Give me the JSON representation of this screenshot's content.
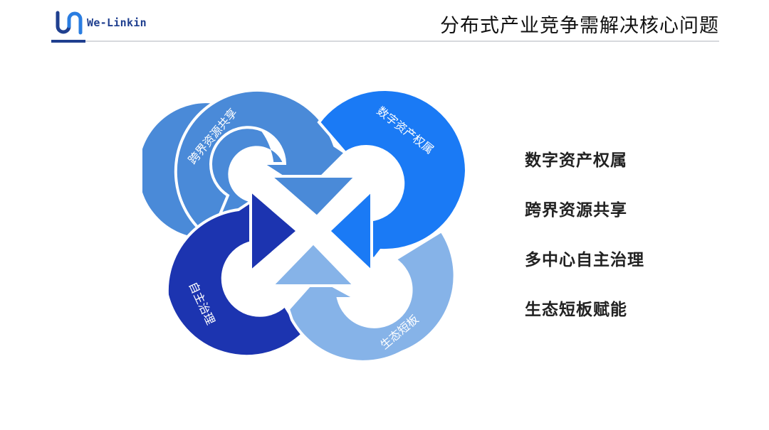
{
  "header": {
    "brand": "We-Linkin",
    "title": "分布式产业竞争需解决核心问题"
  },
  "diagram": {
    "loops": [
      {
        "label": "跨界资源共享",
        "color": "#4a8ad8"
      },
      {
        "label": "数字资产权属",
        "color": "#1a7af5"
      },
      {
        "label": "自主治理",
        "color": "#1c34b0"
      },
      {
        "label": "生态短板",
        "color": "#86b3e8"
      }
    ]
  },
  "issues": [
    "数字资产权属",
    "跨界资源共享",
    "多中心自主治理",
    "生态短板赋能"
  ]
}
